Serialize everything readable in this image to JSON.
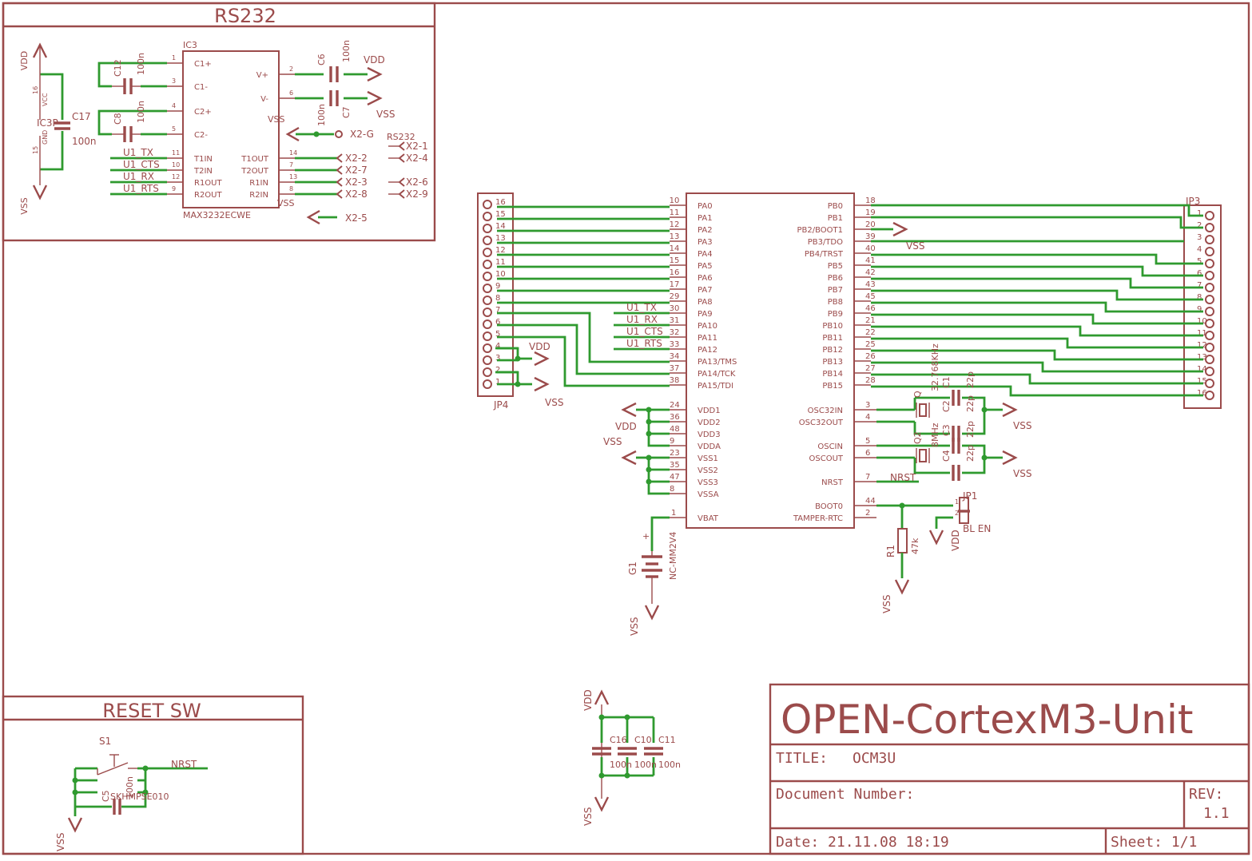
{
  "sections": {
    "rs232": "RS232",
    "reset": "RESET SW"
  },
  "title_block": {
    "project": "OPEN-CortexM3-Unit",
    "title_label": "TITLE:",
    "title_value": "OCM3U",
    "doc_label": "Document Number:",
    "rev_label": "REV:",
    "rev_value": "1.1",
    "date_label": "Date: 21.11.08 18:19",
    "sheet_label": "Sheet: 1/1"
  },
  "ic3": {
    "name": "IC3",
    "part": "MAX3232ECWE",
    "power_name": "IC3P",
    "left_pins": [
      {
        "num": "1",
        "name": "C1+"
      },
      {
        "num": "3",
        "name": "C1-"
      },
      {
        "num": "4",
        "name": "C2+"
      },
      {
        "num": "5",
        "name": "C2-"
      },
      {
        "num": "11",
        "name": "T1IN"
      },
      {
        "num": "10",
        "name": "T2IN"
      },
      {
        "num": "12",
        "name": "R1OUT"
      },
      {
        "num": "9",
        "name": "R2OUT"
      }
    ],
    "right_pins": [
      {
        "num": "2",
        "name": "V+"
      },
      {
        "num": "6",
        "name": "V-"
      },
      {
        "num": "14",
        "name": "T1OUT"
      },
      {
        "num": "7",
        "name": "T2OUT"
      },
      {
        "num": "13",
        "name": "R1IN"
      },
      {
        "num": "8",
        "name": "R2IN"
      }
    ],
    "vcc_pin": "16",
    "vcc_label": "VCC",
    "gnd_pin": "15",
    "gnd_label": "GND",
    "vss_label": "VSS"
  },
  "rs232_nets": {
    "left": [
      "U1_TX",
      "U1_CTS",
      "U1_RX",
      "U1_RTS"
    ],
    "right": [
      "X2-2",
      "X2-7",
      "X2-3",
      "X2-8"
    ],
    "x2g": "X2-G",
    "x25": "X2-5",
    "conn_name": "RS232",
    "extra": [
      "X2-1",
      "X2-4",
      "X2-6",
      "X2-9"
    ]
  },
  "rs232_caps": [
    {
      "name": "C12",
      "value": "100n"
    },
    {
      "name": "C8",
      "value": "100n"
    },
    {
      "name": "C6",
      "value": "100n"
    },
    {
      "name": "C7",
      "value": "100n"
    },
    {
      "name": "C17",
      "value": "100n"
    }
  ],
  "power": {
    "vdd": "VDD",
    "vss": "VSS"
  },
  "mcu": {
    "left_pins": [
      {
        "num": "10",
        "name": "PA0"
      },
      {
        "num": "11",
        "name": "PA1"
      },
      {
        "num": "12",
        "name": "PA2"
      },
      {
        "num": "13",
        "name": "PA3"
      },
      {
        "num": "14",
        "name": "PA4"
      },
      {
        "num": "15",
        "name": "PA5"
      },
      {
        "num": "16",
        "name": "PA6"
      },
      {
        "num": "17",
        "name": "PA7"
      },
      {
        "num": "29",
        "name": "PA8"
      },
      {
        "num": "30",
        "name": "PA9"
      },
      {
        "num": "31",
        "name": "PA10"
      },
      {
        "num": "32",
        "name": "PA11"
      },
      {
        "num": "33",
        "name": "PA12"
      },
      {
        "num": "34",
        "name": "PA13/TMS"
      },
      {
        "num": "37",
        "name": "PA14/TCK"
      },
      {
        "num": "38",
        "name": "PA15/TDI"
      }
    ],
    "pwr_pins": [
      {
        "num": "24",
        "name": "VDD1"
      },
      {
        "num": "36",
        "name": "VDD2"
      },
      {
        "num": "48",
        "name": "VDD3"
      },
      {
        "num": "9",
        "name": "VDDA"
      },
      {
        "num": "23",
        "name": "VSS1"
      },
      {
        "num": "35",
        "name": "VSS2"
      },
      {
        "num": "47",
        "name": "VSS3"
      },
      {
        "num": "8",
        "name": "VSSA"
      }
    ],
    "vbat": {
      "num": "1",
      "name": "VBAT"
    },
    "right_pins": [
      {
        "num": "18",
        "name": "PB0"
      },
      {
        "num": "19",
        "name": "PB1"
      },
      {
        "num": "20",
        "name": "PB2/BOOT1"
      },
      {
        "num": "39",
        "name": "PB3/TDO"
      },
      {
        "num": "40",
        "name": "PB4/TRST"
      },
      {
        "num": "41",
        "name": "PB5"
      },
      {
        "num": "42",
        "name": "PB6"
      },
      {
        "num": "43",
        "name": "PB7"
      },
      {
        "num": "45",
        "name": "PB8"
      },
      {
        "num": "46",
        "name": "PB9"
      },
      {
        "num": "21",
        "name": "PB10"
      },
      {
        "num": "22",
        "name": "PB11"
      },
      {
        "num": "25",
        "name": "PB12"
      },
      {
        "num": "26",
        "name": "PB13"
      },
      {
        "num": "27",
        "name": "PB14"
      },
      {
        "num": "28",
        "name": "PB15"
      }
    ],
    "osc_pins": [
      {
        "num": "3",
        "name": "OSC32IN"
      },
      {
        "num": "4",
        "name": "OSC32OUT"
      },
      {
        "num": "5",
        "name": "OSCIN"
      },
      {
        "num": "6",
        "name": "OSCOUT"
      }
    ],
    "nrst": {
      "num": "7",
      "name": "NRST"
    },
    "boot0": {
      "num": "44",
      "name": "BOOT0"
    },
    "tamper": {
      "num": "2",
      "name": "TAMPER-RTC"
    },
    "uart_nets": [
      "U1_TX",
      "U1_RX",
      "U1_CTS",
      "U1_RTS"
    ]
  },
  "jp4": {
    "name": "JP4",
    "pins": [
      "16",
      "15",
      "14",
      "13",
      "12",
      "11",
      "10",
      "9",
      "8",
      "7",
      "6",
      "5",
      "4",
      "3",
      "2",
      "1"
    ]
  },
  "jp3": {
    "name": "JP3",
    "pins": [
      "1",
      "2",
      "3",
      "4",
      "5",
      "6",
      "7",
      "8",
      "9",
      "10",
      "11",
      "12",
      "13",
      "14",
      "15",
      "16"
    ]
  },
  "osc": {
    "q1_name": "Q",
    "q1_value": "32.768KHz",
    "q2_name": "Q2",
    "q2_value": "8MHz",
    "caps": [
      {
        "name": "C1",
        "value": "22p"
      },
      {
        "name": "C2",
        "value": "22p"
      },
      {
        "name": "C3",
        "value": "22p"
      },
      {
        "name": "C4",
        "value": "22p"
      }
    ]
  },
  "nrst_net": "NRST",
  "boot": {
    "r_name": "R1",
    "r_value": "47k",
    "jp_name": "JP1",
    "jp_label": "BL EN",
    "pin1": "1",
    "pin2": "2"
  },
  "battery": {
    "name": "G1",
    "value": "NC-MM2V4",
    "plus": "+"
  },
  "bypass": {
    "caps": [
      {
        "name": "C16",
        "value": "100n"
      },
      {
        "name": "C10",
        "value": "100n"
      },
      {
        "name": "C11",
        "value": "100n"
      }
    ]
  },
  "reset": {
    "switch_name": "S1",
    "switch_part": "SKHMPSE010",
    "cap_name": "C5",
    "cap_value": "100n",
    "net": "NRST"
  }
}
